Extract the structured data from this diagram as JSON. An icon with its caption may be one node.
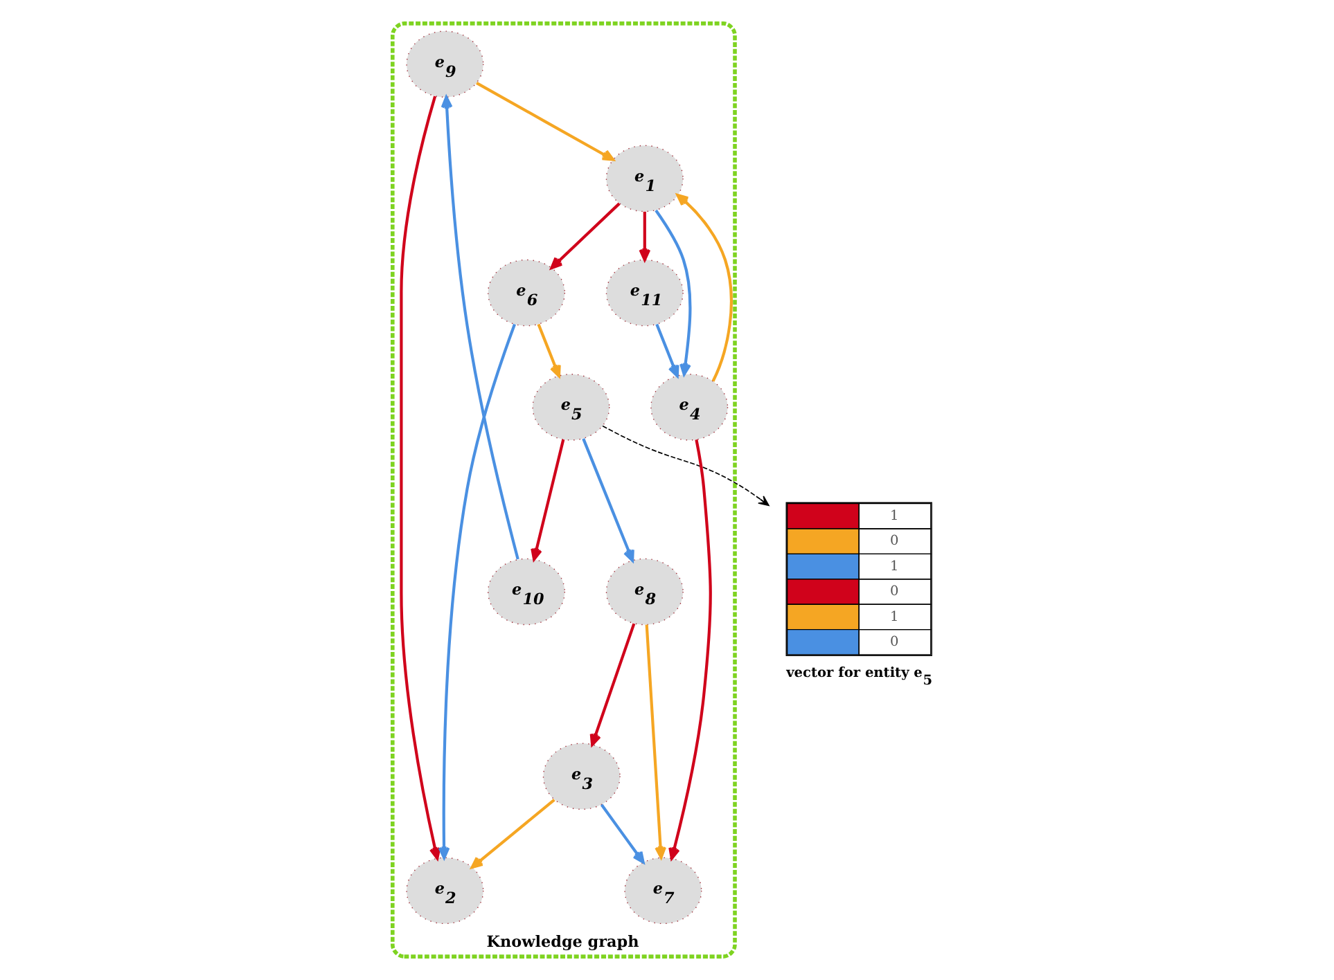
{
  "diagram": {
    "nodes": [
      {
        "text": [
          "Knowledge graph"
        ]
      },
      {
        "text": [
          "e$_{9}$"
        ],
        "in": 0
      },
      {
        "text": [
          "e$_{2}$"
        ],
        "in": 0
      },
      {
        "text": [
          "e$_{5}$"
        ],
        "in": 0
      },
      {
        "text": [
          "e$_{10}$"
        ],
        "in": 0
      },
      {
        "text": [
          "e$_{1}$"
        ],
        "in": 0
      },
      {
        "text": [
          "e$_{6}$"
        ],
        "in": 0
      },
      {
        "text": [
          "e$_{8}$"
        ],
        "in": 0
      },
      {
        "text": [
          "e$_{11}$"
        ],
        "in": 0
      },
      {
        "text": [
          "e$_{4}$"
        ],
        "in": 0
      },
      {
        "text": [
          "e$_{7}$"
        ],
        "in": 0
      },
      {
        "text": [
          "e$_{3}$"
        ],
        "in": 0
      },
      {
        "text": [
          "1",
          "0",
          "1",
          "0",
          "1",
          "0"
        ],
        "beside": [
          "vector for entity e$_{5}$"
        ]
      }
    ],
    "edges": [
      {
        "from": 1,
        "to": 2,
        "arrow": "to",
        "color": "#d0021b"
      },
      {
        "from": 3,
        "to": 4,
        "arrow": "to",
        "color": "#d0021b"
      },
      {
        "from": 4,
        "to": 1,
        "arrow": "to",
        "color": "#4a90e2"
      },
      {
        "from": 1,
        "to": 5,
        "arrow": "to",
        "color": "#f5a623"
      },
      {
        "from": 6,
        "to": 2,
        "arrow": "to",
        "color": "#4a90e2"
      },
      {
        "from": 6,
        "to": 3,
        "arrow": "to",
        "color": "#f5a623"
      },
      {
        "from": 11,
        "to": 2,
        "arrow": "to",
        "color": "#f5a623"
      },
      {
        "from": 3,
        "to": 7,
        "arrow": "to",
        "color": "#4a90e2"
      },
      {
        "from": 5,
        "to": 6,
        "arrow": "to",
        "color": "#d0021b"
      },
      {
        "from": 5,
        "to": 8,
        "arrow": "to",
        "color": "#d0021b"
      },
      {
        "from": 5,
        "to": 9,
        "arrow": "to",
        "color": "#4a90e2"
      },
      {
        "from": 9,
        "to": 5,
        "arrow": "to",
        "color": "#f5a623"
      },
      {
        "from": 8,
        "to": 9,
        "arrow": "to",
        "color": "#4a90e2"
      },
      {
        "from": 9,
        "to": 10,
        "arrow": "to",
        "color": "#d0021b"
      },
      {
        "from": 7,
        "to": 10,
        "arrow": "to",
        "color": "#f5a623"
      },
      {
        "from": 7,
        "to": 11,
        "arrow": "to",
        "color": "#d0021b"
      },
      {
        "from": 11,
        "to": 10,
        "arrow": "to",
        "color": "#4a90e2"
      },
      {
        "from": 3,
        "to": 12,
        "arrow": "to",
        "style": "dashed",
        "color": "#000000"
      }
    ]
  }
}
